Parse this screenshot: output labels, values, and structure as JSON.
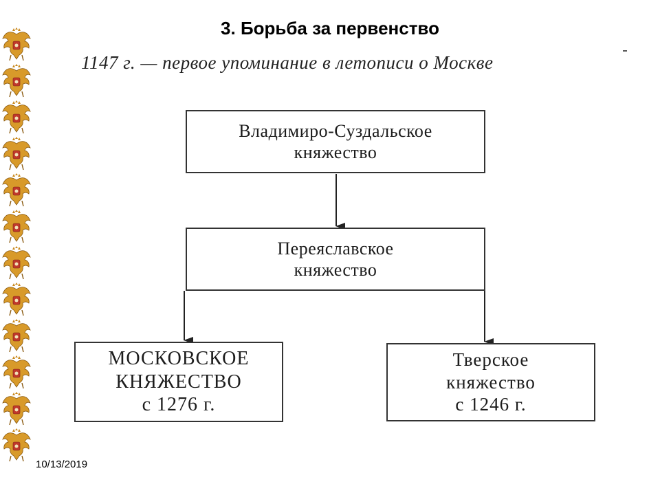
{
  "slide": {
    "title": "3. Борьба за первенство",
    "subtitle": "1147 г. — первое упоминание в летописи о Москве",
    "date": "10/13/2019"
  },
  "diagram": {
    "nodes": [
      {
        "id": "vladimir",
        "lines": [
          "Владимиро-Суздальское",
          "княжество"
        ]
      },
      {
        "id": "pereyaslavl",
        "lines": [
          "Переяславское",
          "княжество"
        ]
      },
      {
        "id": "moscow",
        "lines": [
          "МОСКОВСКОЕ",
          "КНЯЖЕСТВО",
          "с 1276 г."
        ]
      },
      {
        "id": "tver",
        "lines": [
          "Тверское",
          "княжество",
          "с 1246 г."
        ]
      }
    ],
    "edges": [
      {
        "from": "vladimir",
        "to": "pereyaslavl"
      },
      {
        "from": "pereyaslavl",
        "to": "moscow"
      },
      {
        "from": "pereyaslavl",
        "to": "tver"
      }
    ]
  },
  "decor": {
    "emblem_icon": "double-headed-eagle-icon",
    "emblem_count": 12
  }
}
